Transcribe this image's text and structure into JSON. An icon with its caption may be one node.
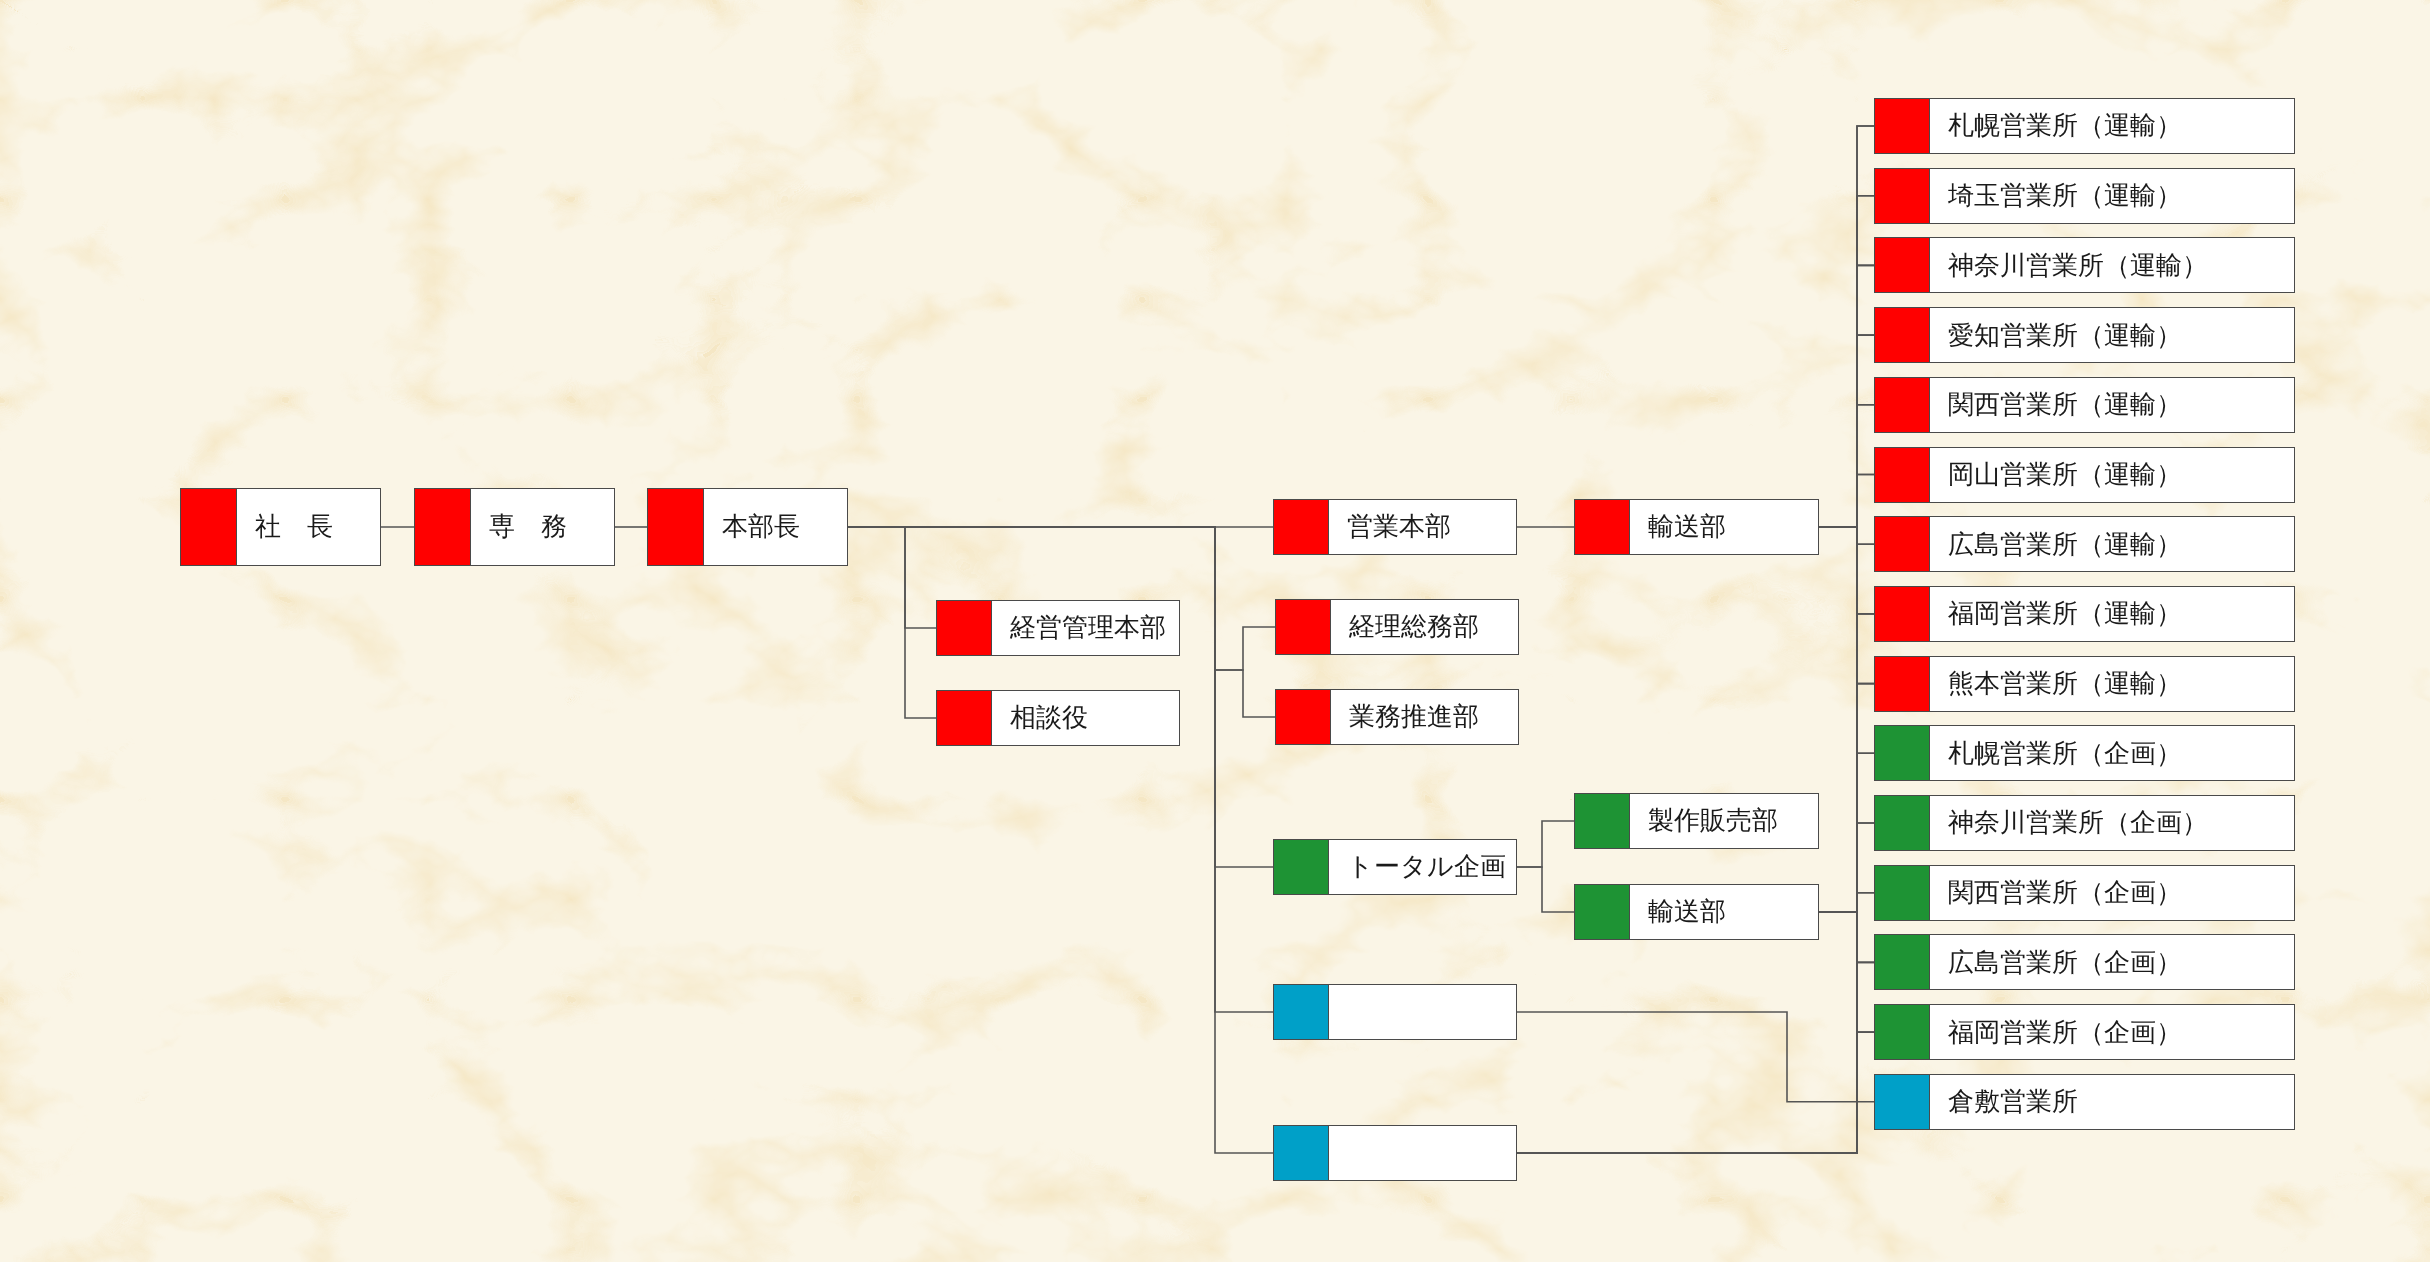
{
  "diagram": {
    "nodes": [
      {
        "text": [
          "社　長"
        ]
      },
      {
        "text": [
          "専　務"
        ]
      },
      {
        "text": [
          "本部長"
        ]
      },
      {
        "text": [
          "経営管理本部"
        ]
      },
      {
        "text": [
          "相談役"
        ]
      },
      {
        "text": [
          "営業本部"
        ]
      },
      {
        "text": [
          "輸送部"
        ]
      },
      {
        "text": [
          "経理総務部"
        ]
      },
      {
        "text": [
          "業務推進部"
        ]
      },
      {
        "text": [
          "トータル企画"
        ]
      },
      {
        "text": [
          "製作販売部"
        ]
      },
      {
        "text": [
          "輸送部"
        ]
      },
      {
        "text": [],
        "shape": "box"
      },
      {
        "text": [],
        "shape": "box"
      },
      {
        "text": [
          "札幌営業所（運輸）"
        ]
      },
      {
        "text": [
          "埼玉営業所（運輸）"
        ]
      },
      {
        "text": [
          "神奈川営業所（運輸）"
        ]
      },
      {
        "text": [
          "愛知営業所（運輸）"
        ]
      },
      {
        "text": [
          "関西営業所（運輸）"
        ]
      },
      {
        "text": [
          "岡山営業所（運輸）"
        ]
      },
      {
        "text": [
          "広島営業所（運輸）"
        ]
      },
      {
        "text": [
          "福岡営業所（運輸）"
        ]
      },
      {
        "text": [
          "熊本営業所（運輸）"
        ]
      },
      {
        "text": [
          "札幌営業所（企画）"
        ]
      },
      {
        "text": [
          "神奈川営業所（企画）"
        ]
      },
      {
        "text": [
          "関西営業所（企画）"
        ]
      },
      {
        "text": [
          "広島営業所（企画）"
        ]
      },
      {
        "text": [
          "福岡営業所（企画）"
        ]
      },
      {
        "text": [
          "倉敷営業所"
        ]
      }
    ],
    "edges": [
      {
        "from": 0,
        "to": 1,
        "arrow": "none"
      },
      {
        "from": 1,
        "to": 2,
        "arrow": "none"
      },
      {
        "from": 2,
        "to": 3,
        "arrow": "none"
      },
      {
        "from": 2,
        "to": 4,
        "arrow": "none"
      },
      {
        "from": 2,
        "to": 5,
        "arrow": "none"
      },
      {
        "from": 2,
        "to": 7,
        "arrow": "none"
      },
      {
        "from": 2,
        "to": 8,
        "arrow": "none"
      },
      {
        "from": 2,
        "to": 9,
        "arrow": "none"
      },
      {
        "from": 2,
        "to": 12,
        "arrow": "none"
      },
      {
        "from": 2,
        "to": 13,
        "arrow": "none"
      },
      {
        "from": 5,
        "to": 6,
        "arrow": "none"
      },
      {
        "from": 9,
        "to": 10,
        "arrow": "none"
      },
      {
        "from": 9,
        "to": 11,
        "arrow": "none"
      },
      {
        "from": 6,
        "to": 14,
        "arrow": "none"
      },
      {
        "from": 6,
        "to": 15,
        "arrow": "none"
      },
      {
        "from": 6,
        "to": 16,
        "arrow": "none"
      },
      {
        "from": 6,
        "to": 17,
        "arrow": "none"
      },
      {
        "from": 6,
        "to": 18,
        "arrow": "none"
      },
      {
        "from": 6,
        "to": 19,
        "arrow": "none"
      },
      {
        "from": 6,
        "to": 20,
        "arrow": "none"
      },
      {
        "from": 6,
        "to": 21,
        "arrow": "none"
      },
      {
        "from": 6,
        "to": 22,
        "arrow": "none"
      },
      {
        "from": 11,
        "to": 23,
        "arrow": "none"
      },
      {
        "from": 11,
        "to": 24,
        "arrow": "none"
      },
      {
        "from": 11,
        "to": 25,
        "arrow": "none"
      },
      {
        "from": 11,
        "to": 26,
        "arrow": "none"
      },
      {
        "from": 11,
        "to": 27,
        "arrow": "none"
      },
      {
        "from": 12,
        "to": 28,
        "arrow": "none"
      },
      {
        "from": 13,
        "to": 14,
        "arrow": "none"
      },
      {
        "from": 13,
        "to": 15,
        "arrow": "none"
      },
      {
        "from": 13,
        "to": 16,
        "arrow": "none"
      },
      {
        "from": 13,
        "to": 17,
        "arrow": "none"
      },
      {
        "from": 13,
        "to": 18,
        "arrow": "none"
      },
      {
        "from": 13,
        "to": 19,
        "arrow": "none"
      },
      {
        "from": 13,
        "to": 20,
        "arrow": "none"
      },
      {
        "from": 13,
        "to": 21,
        "arrow": "none"
      },
      {
        "from": 13,
        "to": 22,
        "arrow": "none"
      },
      {
        "from": 13,
        "to": 23,
        "arrow": "none"
      },
      {
        "from": 13,
        "to": 24,
        "arrow": "none"
      },
      {
        "from": 13,
        "to": 25,
        "arrow": "none"
      },
      {
        "from": 13,
        "to": 26,
        "arrow": "none"
      },
      {
        "from": 13,
        "to": 27,
        "arrow": "none"
      }
    ]
  }
}
